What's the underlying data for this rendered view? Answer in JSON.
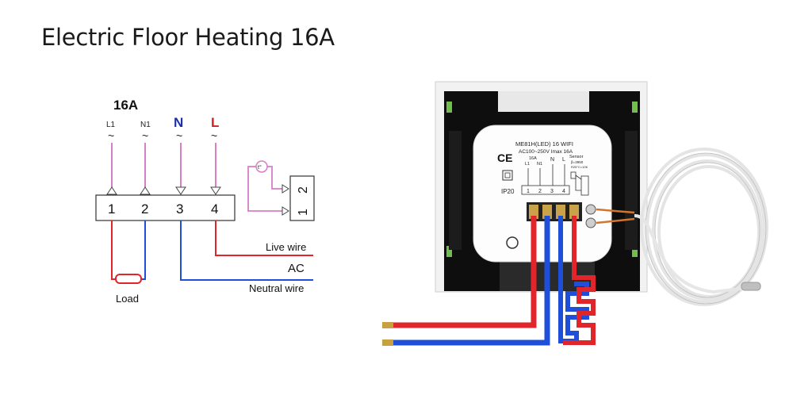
{
  "title": "Electric Floor Heating 16A",
  "schematic": {
    "rating": "16A",
    "terminal_top_labels": [
      "L1",
      "N1",
      "N",
      "L"
    ],
    "tilde": "~",
    "terminal_numbers": [
      "1",
      "2",
      "3",
      "4"
    ],
    "sensor_terminal_numbers": [
      "2",
      "1"
    ],
    "sensor_symbol": "t°",
    "live_wire": "Live wire",
    "ac": "AC",
    "neutral_wire": "Neutral wire",
    "load": "Load"
  },
  "device": {
    "model": "ME81H(LED) 16 WIFI",
    "spec": "AC100~250V  Imax 16A",
    "ce": "CE",
    "ip": "IP20",
    "terminal_labels": [
      "16A",
      "L1",
      "N1",
      "N",
      "L"
    ],
    "sensor": "Sensor",
    "sensor_beta": "β=3950",
    "sensor_r": "R25°C=10K",
    "terminal_numbers": [
      "1",
      "2",
      "3",
      "4"
    ]
  },
  "colors": {
    "live": "#e0262b",
    "neutral": "#1f4fd8",
    "load_wire_pink": "#d67fc4",
    "n_label": "#1c2fa8",
    "l_label": "#d42020"
  }
}
